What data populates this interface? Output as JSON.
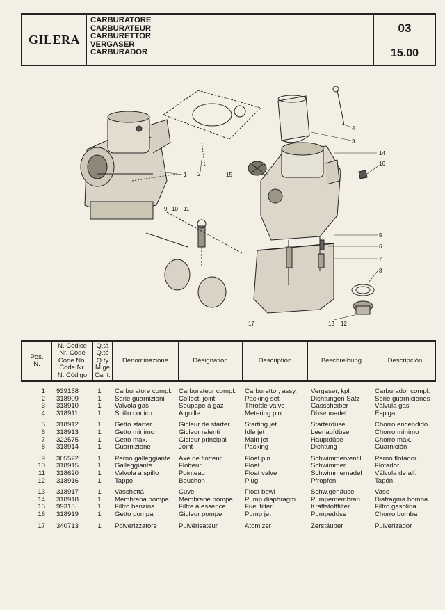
{
  "header": {
    "brand": "GILERA",
    "titles": [
      "CARBURATORE",
      "CARBURATEUR",
      "CARBURETTOR",
      "VERGASER",
      "CARBURADOR"
    ],
    "section": "03",
    "page": "15.00"
  },
  "diagram": {
    "callouts": [
      "1",
      "2",
      "3",
      "4",
      "5",
      "6",
      "7",
      "8",
      "9",
      "10",
      "11",
      "12",
      "13",
      "14",
      "15",
      "16",
      "17"
    ]
  },
  "table": {
    "headers": {
      "pos": [
        "Pos.",
        "N."
      ],
      "code": [
        "N. Codice",
        "Nr. Code",
        "Code No.",
        "Code Nr.",
        "N. Código"
      ],
      "qty": [
        "Q.tà",
        "Q.té",
        "Q.ty",
        "M.ge",
        "Cant."
      ],
      "it": "Denominazione",
      "fr": "Désignation",
      "en": "Description",
      "de": "Beschreibung",
      "es": "Descripción"
    },
    "groups": [
      [
        {
          "pos": "1",
          "code": "939158",
          "qty": "1",
          "it": "Carburatore compl.",
          "fr": "Carburateur compl.",
          "en": "Carburettor, assy.",
          "de": "Vergaser, kpl.",
          "es": "Carburador compl."
        },
        {
          "pos": "2",
          "code": "318909",
          "qty": "1",
          "it": "Serie guarnizioni",
          "fr": "Collect. joint",
          "en": "Packing set",
          "de": "Dichtungen Satz",
          "es": "Serie guarniciones"
        },
        {
          "pos": "3",
          "code": "318910",
          "qty": "1",
          "it": "Valvola gas",
          "fr": "Soupape à gaz",
          "en": "Throttle valve",
          "de": "Gasscheiber",
          "es": "Válvula gas"
        },
        {
          "pos": "4",
          "code": "318911",
          "qty": "1",
          "it": "Spillo conico",
          "fr": "Aiguille",
          "en": "Metering pin",
          "de": "Düsennadel",
          "es": "Espiga"
        }
      ],
      [
        {
          "pos": "5",
          "code": "318912",
          "qty": "1",
          "it": "Getto starter",
          "fr": "Gicleur de starter",
          "en": "Starting jet",
          "de": "Starterdüse",
          "es": "Chorro encendido"
        },
        {
          "pos": "6",
          "code": "318913",
          "qty": "1",
          "it": "Getto minimo",
          "fr": "Gicleur ralenti",
          "en": "Idle jet",
          "de": "Leerlaufdüse",
          "es": "Chorro mínimo"
        },
        {
          "pos": "7",
          "code": "322575",
          "qty": "1",
          "it": "Getto max.",
          "fr": "Gicleur principal",
          "en": "Main jet",
          "de": "Hauptdüse",
          "es": "Chorro máx."
        },
        {
          "pos": "8",
          "code": "318914",
          "qty": "1",
          "it": "Guarnizione",
          "fr": "Joint",
          "en": "Packing",
          "de": "Dichtung",
          "es": "Guarnición"
        }
      ],
      [
        {
          "pos": "9",
          "code": "305522",
          "qty": "1",
          "it": "Perno galleggiante",
          "fr": "Axe de flotteur",
          "en": "Float pin",
          "de": "Schwimmerventil",
          "es": "Perno flotador"
        },
        {
          "pos": "10",
          "code": "318915",
          "qty": "1",
          "it": "Galleggiante",
          "fr": "Flotteur",
          "en": "Float",
          "de": "Schwimmer",
          "es": "Flotador"
        },
        {
          "pos": "11",
          "code": "318620",
          "qty": "1",
          "it": "Valvola a spillo",
          "fr": "Pointeau",
          "en": "Float valve",
          "de": "Schwimmernadel",
          "es": "Válvula de alf."
        },
        {
          "pos": "12",
          "code": "318916",
          "qty": "1",
          "it": "Tappo",
          "fr": "Bouchon",
          "en": "Plug",
          "de": "Pfropfen",
          "es": "Tapón"
        }
      ],
      [
        {
          "pos": "13",
          "code": "318917",
          "qty": "1",
          "it": "Vaschetta",
          "fr": "Cuve",
          "en": "Float bowl",
          "de": "Schw.gehäuse",
          "es": "Vaso"
        },
        {
          "pos": "14",
          "code": "318918",
          "qty": "1",
          "it": "Membrana pompa",
          "fr": "Membrane pompe",
          "en": "Pump diaphragm",
          "de": "Pumpemembran",
          "es": "Diafragma bomba"
        },
        {
          "pos": "15",
          "code": "99315",
          "qty": "1",
          "it": "Filtro benzina",
          "fr": "Filtre à essence",
          "en": "Fuel filter",
          "de": "Kraftstofffilter",
          "es": "Filtro gasolina"
        },
        {
          "pos": "16",
          "code": "318919",
          "qty": "1",
          "it": "Getto pompa",
          "fr": "Gicleur pompe",
          "en": "Pump jet",
          "de": "Pumpedüse",
          "es": "Chorro bomba"
        }
      ],
      [
        {
          "pos": "17",
          "code": "340713",
          "qty": "1",
          "it": "Polverizzatore",
          "fr": "Pulvérisateur",
          "en": "Atomizer",
          "de": "Zerstäuber",
          "es": "Pulverizador"
        }
      ]
    ]
  }
}
